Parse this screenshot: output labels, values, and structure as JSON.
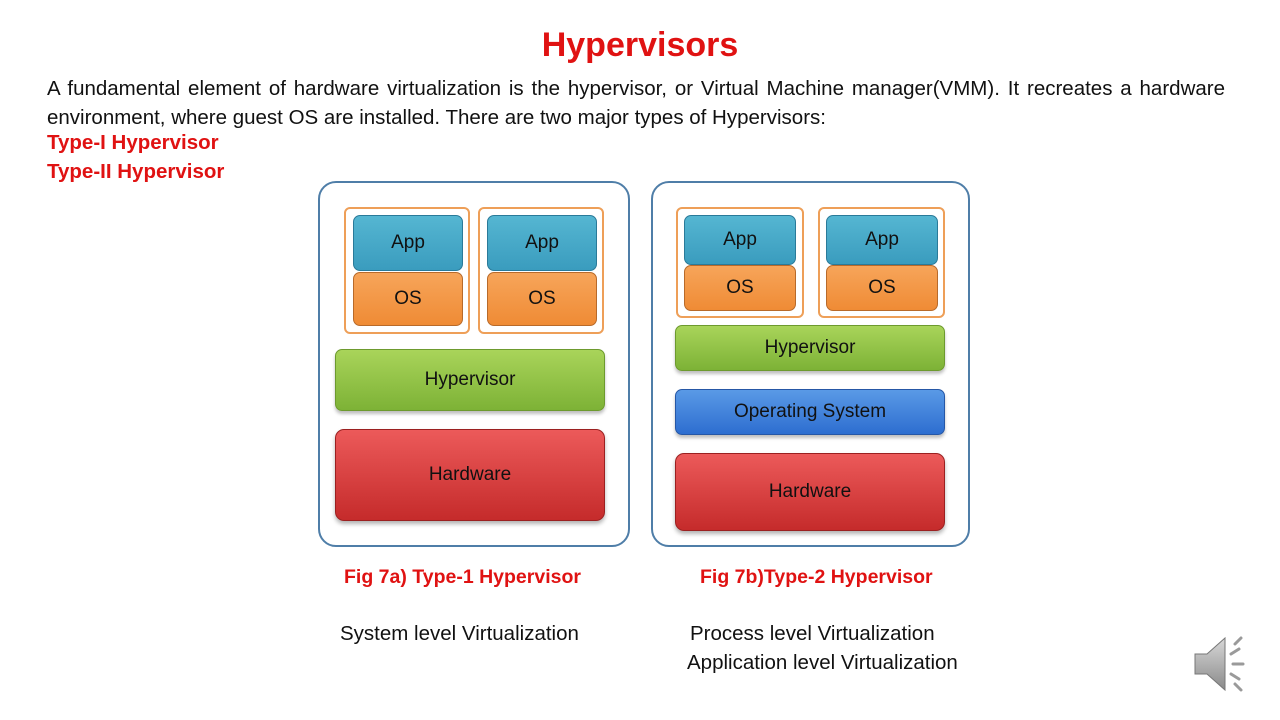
{
  "title": "Hypervisors",
  "intro": "A fundamental element of hardware virtualization is the hypervisor, or Virtual Machine manager(VMM). It recreates a hardware environment, where guest OS are installed. There are two major types of Hypervisors:",
  "types": [
    "Type-I Hypervisor",
    "Type-II Hypervisor"
  ],
  "fig_a": {
    "vms": [
      {
        "app": "App",
        "os": "OS"
      },
      {
        "app": "App",
        "os": "OS"
      }
    ],
    "hypervisor": "Hypervisor",
    "hardware": "Hardware",
    "caption": "Fig 7a) Type-1 Hypervisor",
    "notes": [
      "System level Virtualization"
    ]
  },
  "fig_b": {
    "vms": [
      {
        "app": "App",
        "os": "OS"
      },
      {
        "app": "App",
        "os": "OS"
      }
    ],
    "hypervisor": "Hypervisor",
    "operating_system": "Operating  System",
    "hardware": "Hardware",
    "caption": "Fig 7b)Type-2 Hypervisor",
    "notes": [
      "Process level Virtualization",
      "Application level Virtualization"
    ]
  },
  "icons": {
    "audio": "speaker-icon"
  },
  "colors": {
    "title": "#e01212",
    "app": "#45a8c9",
    "os": "#f29442",
    "hypervisor": "#92c346",
    "operating_system": "#3b7fd9",
    "hardware": "#d83c3c",
    "panel_border": "#4f7ea8"
  }
}
